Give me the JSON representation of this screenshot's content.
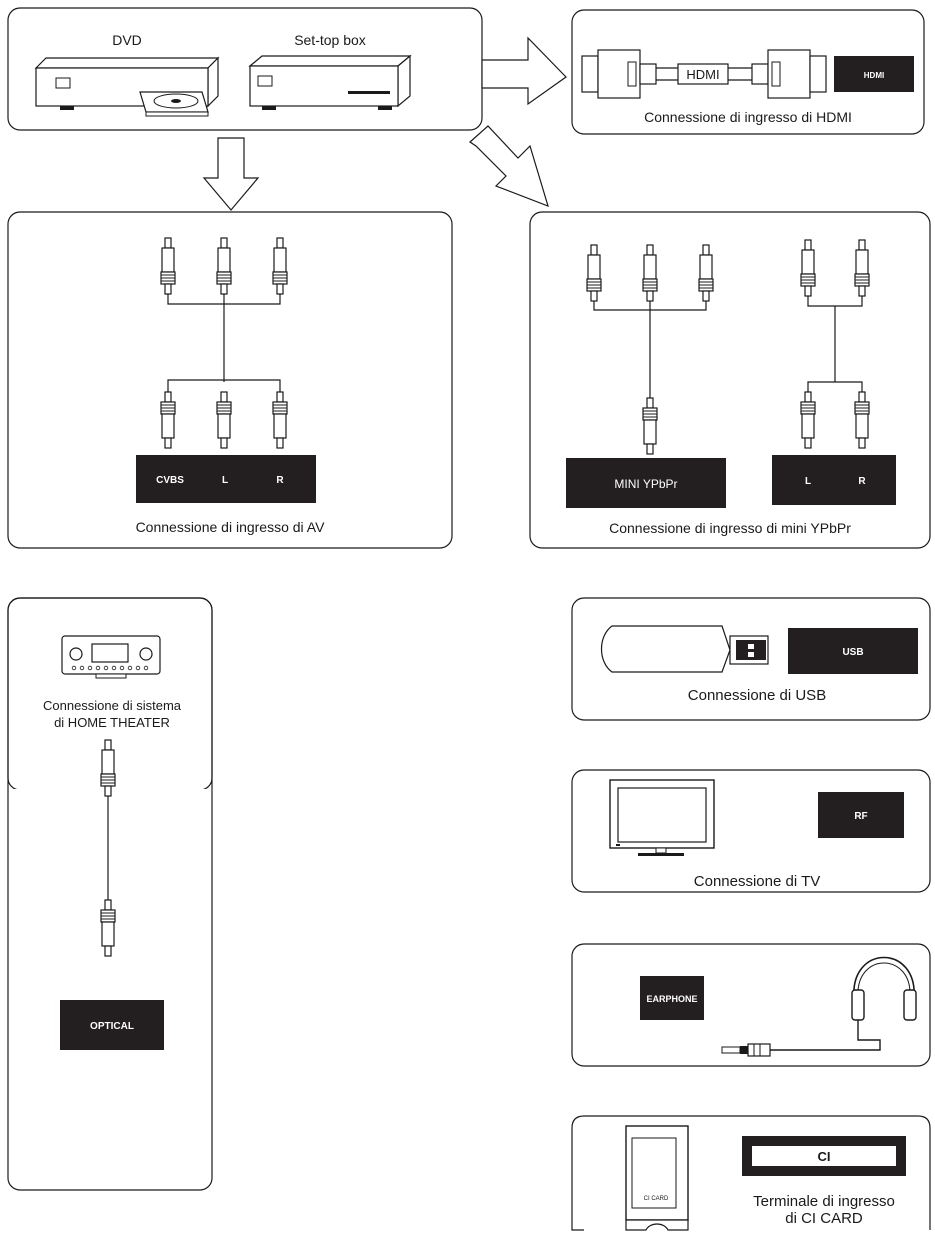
{
  "sources": {
    "dvd_label": "DVD",
    "stb_label": "Set-top box"
  },
  "hdmi": {
    "cable_label": "HDMI",
    "port_label": "HDMI",
    "caption": "Connessione di ingresso di HDMI"
  },
  "av": {
    "port_cvbs": "CVBS",
    "port_l": "L",
    "port_r": "R",
    "caption": "Connessione di ingresso di  AV"
  },
  "ypbpr": {
    "port_label": "MINI YPbPr",
    "audio_l": "L",
    "audio_r": "R",
    "caption": "Connessione di ingresso di mini YPbPr"
  },
  "home_theater": {
    "caption_line1": "Connessione di sistema",
    "caption_line2": "di HOME THEATER",
    "port_label": "OPTICAL"
  },
  "usb": {
    "port_label": "USB",
    "caption": "Connessione di USB"
  },
  "tv": {
    "port_label": "RF",
    "caption": "Connessione di TV"
  },
  "earphone": {
    "port_label": "EARPHONE"
  },
  "ci": {
    "card_label": "CI CARD",
    "port_label": "CI",
    "caption_line1": "Terminale di ingresso",
    "caption_line2": "di CI CARD"
  },
  "colors": {
    "line": "#1a1a1a",
    "port_fill": "#231f20",
    "port_text": "#ffffff"
  }
}
